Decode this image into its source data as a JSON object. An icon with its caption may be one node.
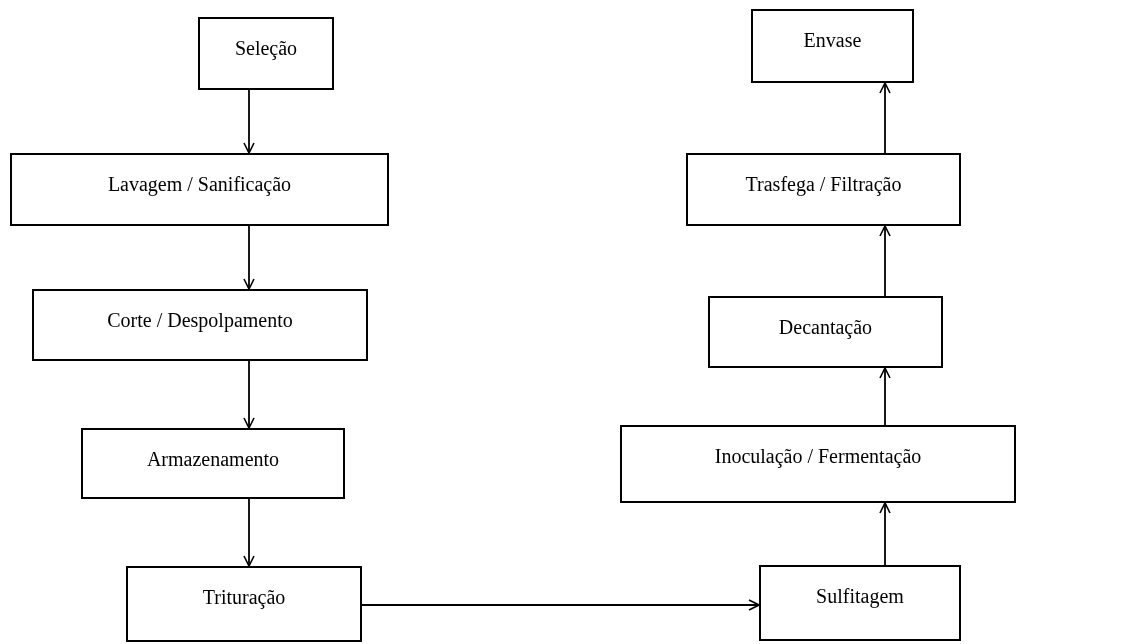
{
  "diagram": {
    "nodes": [
      {
        "text": [
          "Seleção"
        ]
      },
      {
        "text": [
          "Lavagem / Sanificação"
        ]
      },
      {
        "text": [
          "Corte / Despolpamento"
        ]
      },
      {
        "text": [
          "Armazenamento"
        ]
      },
      {
        "text": [
          "Trituração"
        ]
      },
      {
        "text": [
          "Sulfitagem"
        ]
      },
      {
        "text": [
          "Inoculação / Fermentação"
        ]
      },
      {
        "text": [
          "Decantação"
        ]
      },
      {
        "text": [
          "Trasfega / Filtração"
        ]
      },
      {
        "text": [
          "Envase"
        ]
      }
    ],
    "edges": [
      {
        "from": 0,
        "to": 1,
        "arrow": "to"
      },
      {
        "from": 1,
        "to": 2,
        "arrow": "to"
      },
      {
        "from": 2,
        "to": 3,
        "arrow": "to"
      },
      {
        "from": 3,
        "to": 4,
        "arrow": "to"
      },
      {
        "from": 4,
        "to": 5,
        "arrow": "to"
      },
      {
        "from": 5,
        "to": 6,
        "arrow": "to"
      },
      {
        "from": 6,
        "to": 7,
        "arrow": "to"
      },
      {
        "from": 7,
        "to": 8,
        "arrow": "to"
      },
      {
        "from": 8,
        "to": 9,
        "arrow": "to"
      }
    ]
  }
}
